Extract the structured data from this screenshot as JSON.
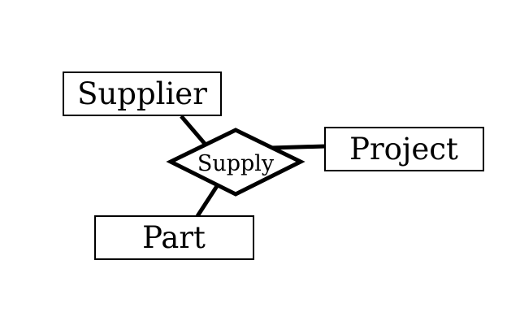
{
  "diagram": {
    "type": "entity-relationship",
    "relationship": {
      "label": "Supply"
    },
    "entities": [
      {
        "label": "Supplier"
      },
      {
        "label": "Project"
      },
      {
        "label": "Part"
      }
    ],
    "colors": {
      "stroke": "#000000",
      "fill": "#ffffff",
      "background": "#ffffff"
    }
  }
}
